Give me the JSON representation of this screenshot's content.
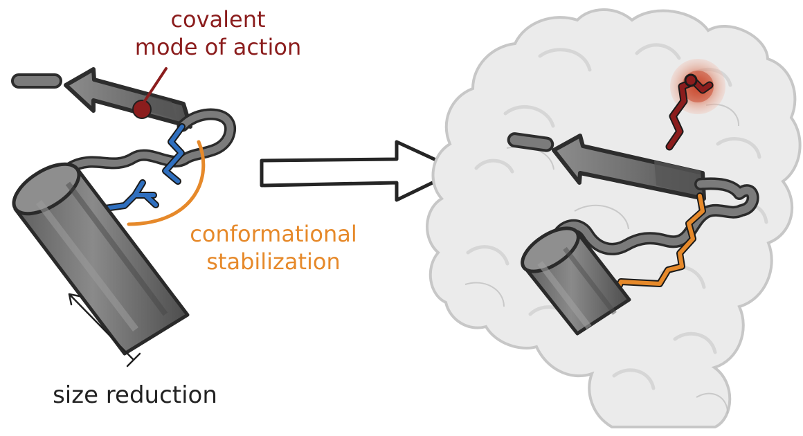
{
  "labels": {
    "covalent_line1": "covalent",
    "covalent_line2": "mode of action",
    "conformational_line1": "conformational",
    "conformational_line2": "stabilization",
    "size_reduction": "size reduction"
  },
  "colors": {
    "covalent": "#8b1d1d",
    "conformational": "#e6892a",
    "side_chain_blue": "#2f6fbf",
    "side_chain_orange": "#e6892a",
    "side_chain_red": "#8b1d1d",
    "protein_gray": "#777777",
    "surface": "#e9e9e9"
  },
  "icons": {
    "transformation_arrow": "right-arrow-icon",
    "size_arrow": "up-arrow-icon"
  }
}
